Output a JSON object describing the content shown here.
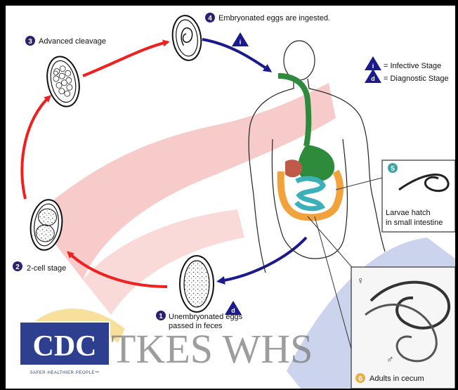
{
  "stages": {
    "s1": {
      "number": "1",
      "line1": "Unembryonated eggs",
      "line2": "passed in feces"
    },
    "s2": {
      "number": "2",
      "label": "2-cell stage"
    },
    "s3": {
      "number": "3",
      "label": "Advanced cleavage"
    },
    "s4": {
      "number": "4",
      "label": "Embryonated eggs are ingested."
    },
    "s5": {
      "number": "5",
      "line1": "Larvae hatch",
      "line2": "in small intestine"
    },
    "s6": {
      "number": "6",
      "label": "Adults in cecum"
    }
  },
  "legend": {
    "infective_symbol": "i",
    "infective_text": "= Infective Stage",
    "diagnostic_symbol": "d",
    "diagnostic_text": "= Diagnostic Stage"
  },
  "markers": {
    "infective": "i",
    "diagnostic": "d"
  },
  "sex_symbols": {
    "female": "♀",
    "male": "♂"
  },
  "logo": {
    "letters": "CDC",
    "tagline": "SAFER·HEALTHIER·PEOPLE™"
  },
  "watermark": "TKES WHS",
  "colors": {
    "red_arrow": "#ee2020",
    "blue_arrow": "#1a1a8c",
    "stage_badge": "#2b2170",
    "larvae_badge": "#3aa6a6",
    "adult_badge": "#e8b04a"
  }
}
